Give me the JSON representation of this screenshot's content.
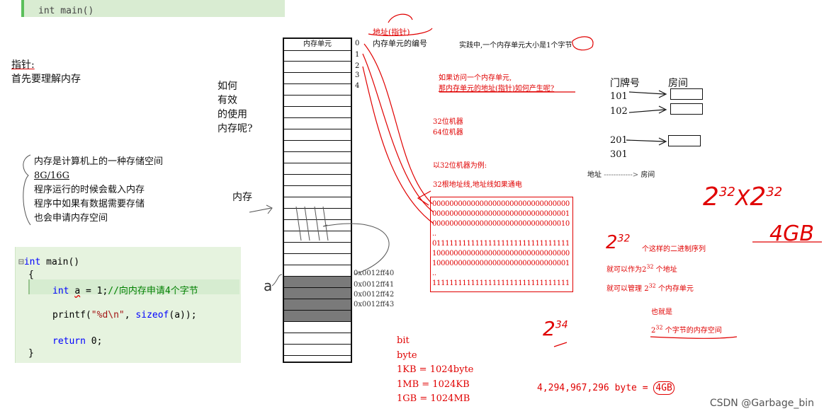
{
  "top_strip": {
    "code": "int main()"
  },
  "pointer": {
    "title": "指针:",
    "subtitle": "首先要理解内存"
  },
  "question": {
    "lines": [
      "如何",
      "有效",
      "的使用",
      "内存呢?"
    ]
  },
  "memory_label": "内存",
  "notes": {
    "lines": [
      "内存是计算机上的一种存储空间",
      "8G/16G",
      "程序运行的时候会载入内存",
      "程序中如果有数据需要存储",
      "也会申请内存空间"
    ]
  },
  "code": {
    "line1_kw": "int",
    "line1_rest": " main()",
    "line2": "{",
    "line3_kw": "int",
    "line3_var": "a",
    "line3_rest": " = 1;",
    "line3_comment": "//向内存申请4个字节",
    "line4_fn": "printf(",
    "line4_str": "\"%d\\n\"",
    "line4_mid": ", ",
    "line4_kw": "sizeof",
    "line4_end": "(a));",
    "line5_kw": "return",
    "line5_rest": " 0;",
    "line6": "}"
  },
  "handwritten_a": "a",
  "memory_table": {
    "header": "内存单元",
    "row_indices": [
      "0",
      "1",
      "2",
      "3",
      "4"
    ],
    "addresses": [
      "0x0012ff40",
      "0x0012ff41",
      "0x0012ff42",
      "0x0012ff43"
    ]
  },
  "address_note": {
    "title": "地址(指针)",
    "subtitle": "内存单元的编号"
  },
  "practice_note": "实践中,一个内存单元大小是1个字节",
  "question2": [
    "如果访问一个内存单元,",
    "那内存单元的地址(指针)如何产生呢?"
  ],
  "machines": [
    "32位机器",
    "64位机器"
  ],
  "example": "以32位机器为例:",
  "address_lines": "32根地址线,地址线如果通电",
  "binary_lines": [
    "00000000000000000000000000000000",
    "00000000000000000000000000000001",
    "00000000000000000000000000000010",
    "..",
    "01111111111111111111111111111111",
    "10000000000000000000000000000000",
    "10000000000000000000000000000001",
    "..",
    "11111111111111111111111111111111"
  ],
  "door": {
    "number_label": "门牌号",
    "room_label": "房间",
    "numbers": [
      "101",
      "102",
      "201",
      "301"
    ]
  },
  "addr_room": {
    "left": "地址",
    "arrow": "------------>",
    "right": "房间"
  },
  "formula": {
    "base": "2",
    "exp1": "32",
    "times": "X",
    "exp2": "32",
    "result": "4GB"
  },
  "sequence_note": {
    "base": "2",
    "exp": "32",
    "text": "个这样的二进制序列"
  },
  "as_address": {
    "prefix": "就可以作为",
    "base": "2",
    "exp": "32",
    "suffix": "个地址"
  },
  "manage": {
    "prefix": "就可以管理",
    "base": "2",
    "exp": "32",
    "suffix": "个内存单元"
  },
  "also": "也就是",
  "bytes_space": {
    "base": "2",
    "exp": "32",
    "suffix": "个字节的内存空间"
  },
  "two34": {
    "base": "2",
    "exp": "34"
  },
  "units": [
    "bit",
    "byte",
    "1KB = 1024byte",
    "1MB = 1024KB",
    "1GB = 1024MB"
  ],
  "total": {
    "number": "4,294,967,296 byte =",
    "result": "4GB"
  },
  "watermark": "CSDN @Garbage_bin",
  "colors": {
    "accent_red": "#e00000",
    "code_bg": "#e6f3df",
    "shaded_cell": "#7a7a7a"
  }
}
